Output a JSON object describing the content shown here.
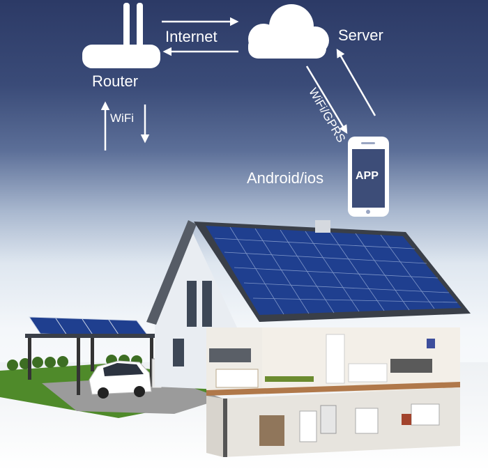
{
  "labels": {
    "router": "Router",
    "internet": "Internet",
    "server": "Server",
    "wifi": "WiFi",
    "wifi_gprs": "WiFi/GPRS",
    "android_ios": "Android/ios",
    "app": "APP"
  },
  "icons": [
    "router-icon",
    "cloud-server-icon",
    "smartphone-icon",
    "solar-house-image",
    "carport-image",
    "electric-car-image"
  ],
  "colors": {
    "sky_top": "#2c3a66",
    "solar_panel": "#1f3f8f",
    "roof": "#3a3f48",
    "icon_white": "#ffffff"
  }
}
